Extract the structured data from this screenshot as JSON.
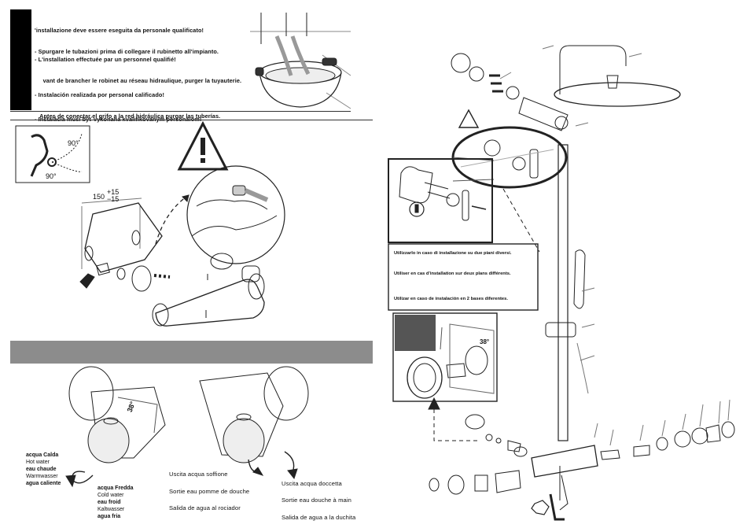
{
  "instructions": [
    {
      "lang": "it",
      "line1": "'installazione deve essere eseguita da personale qualificato!",
      "line2": "- Spurgare le tubazioni prima di collegare il rubinetto all'impianto."
    },
    {
      "lang": "fr",
      "line1": "- L'installation effectuée par un personnel qualifié!",
      "line2": "     vant de brancher le robinet au réseau hidraulique, purger la tuyauterie."
    },
    {
      "lang": "es",
      "line1": "- Instalación realizada por personal calificado!",
      "line2": "   Antes de conectar el grifo a la red hidráulica purgar las tuberías."
    },
    {
      "lang": "sk",
      "line1": "- Inštalácia musí byť vykonaná kvalifikovaným personálom!",
      "line2": ""
    }
  ],
  "dimensions": {
    "angle_top": "90°",
    "angle_bottom": "90°",
    "distance": "150",
    "tol_plus": "+15",
    "tol_minus": "−15"
  },
  "temperature_mark": "38°",
  "hot_labels": [
    "acqua Calda",
    "Hot water",
    "eau chaude",
    "Warmwasser",
    "agua caliente"
  ],
  "cold_labels": [
    "acqua Fredda",
    "Cold water",
    "eau froid",
    "Kaltwasser",
    "agua fria"
  ],
  "outlet_overhead": [
    "Uscita acqua soffione",
    "Sortie eau pomme de douche",
    "Salida de agua al rociador"
  ],
  "outlet_handshower": [
    "Uscita acqua doccetta",
    "Sortie eau douche à main",
    "Salida de agua a la duchita"
  ],
  "panel_notes": [
    "Utilizzarlo in caso di installazione su due piani diversi.",
    "Utiliser en cas d'installation sur deux plans différents.",
    "Utilizar en caso de instalación en 2 bases diferentes."
  ]
}
